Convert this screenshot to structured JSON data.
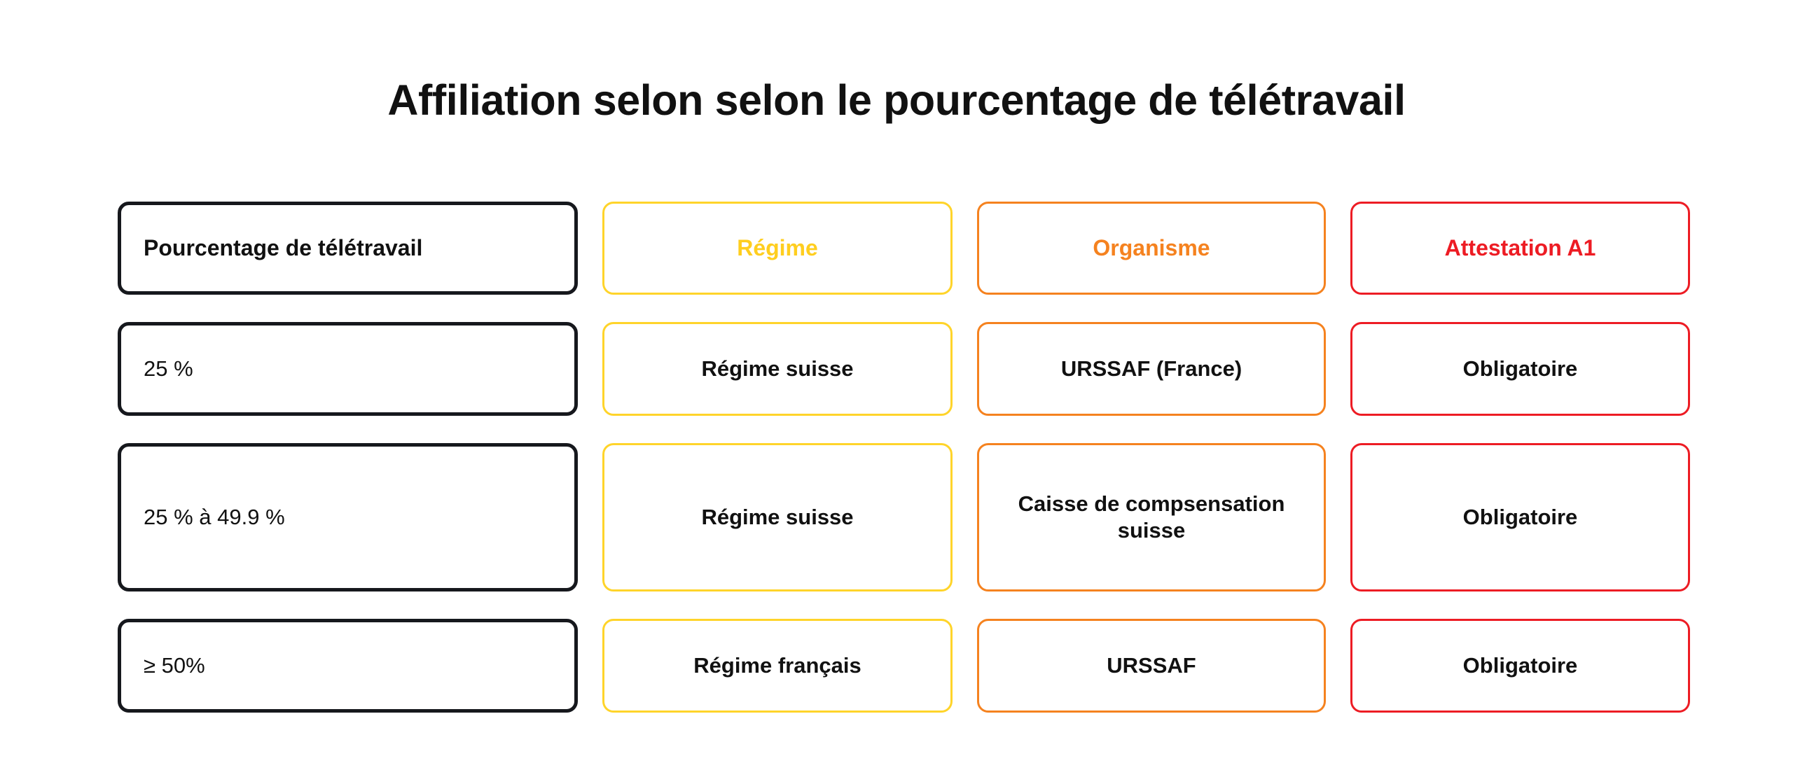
{
  "page": {
    "title": "Affiliation selon selon le pourcentage de télétravail",
    "background_color": "#FFFFFF"
  },
  "colors": {
    "text": "#111111",
    "column_1_border": "#16181D",
    "column_2_border": "#FFD42A",
    "column_2_text": "#FFCE1F",
    "column_3_border": "#F5821F",
    "column_3_text": "#F5821F",
    "column_4_border": "#ED1C24",
    "column_4_text": "#ED1C24"
  },
  "chart_data": {
    "type": "table",
    "title": "Affiliation selon selon le pourcentage de télétravail",
    "columns": [
      {
        "key": "pourcentage",
        "header": "Pourcentage de télétravail",
        "accent": "#16181D",
        "align": "left"
      },
      {
        "key": "regime",
        "header": "Régime",
        "accent": "#FFD42A",
        "align": "center"
      },
      {
        "key": "organisme",
        "header": "Organisme",
        "accent": "#F5821F",
        "align": "center"
      },
      {
        "key": "attestation",
        "header": "Attestation A1",
        "accent": "#ED1C24",
        "align": "center"
      }
    ],
    "rows": [
      {
        "pourcentage": "25 %",
        "regime": "Régime suisse",
        "organisme": "URSSAF (France)",
        "attestation": "Obligatoire"
      },
      {
        "pourcentage": "25 % à 49.9 %",
        "regime": "Régime suisse",
        "organisme": "Caisse de compsensation suisse",
        "attestation": "Obligatoire"
      },
      {
        "pourcentage": "≥ 50%",
        "regime": "Régime français",
        "organisme": "URSSAF",
        "attestation": "Obligatoire"
      }
    ]
  }
}
